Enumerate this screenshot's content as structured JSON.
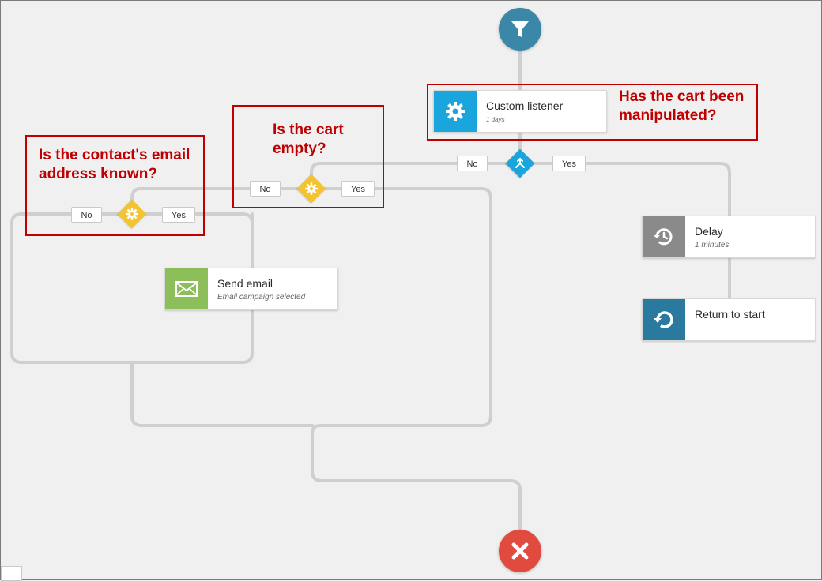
{
  "colors": {
    "start": "#3a87a8",
    "end": "#e04a3f",
    "listener": "#1aa6dd",
    "condition": "#f4c430",
    "email": "#8cbf5a",
    "delay": "#8a8a8a",
    "return": "#2a7aa0",
    "callout": "#c00000",
    "wire": "#cfcfcf"
  },
  "icons": {
    "start": "funnel-icon",
    "end": "x-icon",
    "listener": "gear-icon",
    "condition": "gear-icon",
    "email": "envelope-icon",
    "delay": "clock-icon",
    "return": "return-icon",
    "split": "split-arrow-icon"
  },
  "steps": {
    "custom_listener": {
      "title": "Custom listener",
      "sub": "1 days"
    },
    "delay": {
      "title": "Delay",
      "sub": "1 minutes"
    },
    "return_to_start": {
      "title": "Return to start"
    },
    "send_email": {
      "title": "Send email",
      "sub": "Email campaign selected"
    }
  },
  "branches": {
    "listener": {
      "no": "No",
      "yes": "Yes"
    },
    "cart_empty": {
      "no": "No",
      "yes": "Yes"
    },
    "email_known": {
      "no": "No",
      "yes": "Yes"
    }
  },
  "annotations": {
    "manipulated": "Has the cart been manipulated?",
    "cart_empty": "Is the cart empty?",
    "email_known": "Is the contact's email address known?"
  }
}
